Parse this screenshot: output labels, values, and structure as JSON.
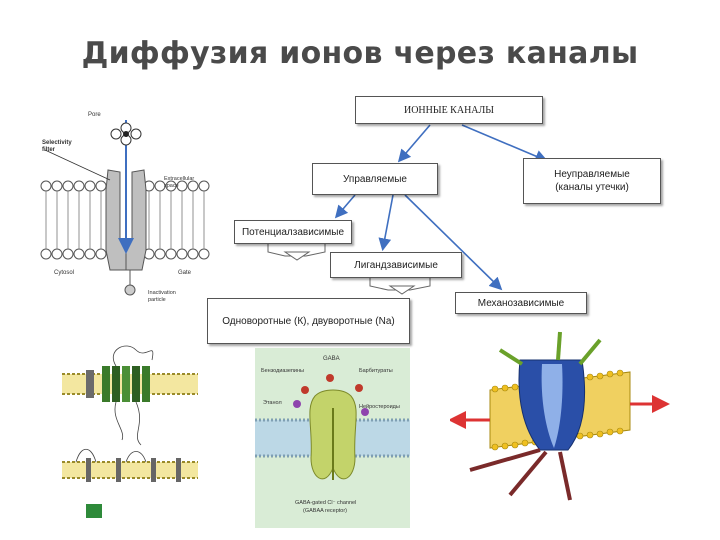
{
  "slide": {
    "title": "Диффузия ионов через каналы"
  },
  "boxes": {
    "root": "ИОННЫЕ КАНАЛЫ",
    "controlled": "Управляемые",
    "uncontrolled_line1": "Неуправляемые",
    "uncontrolled_line2": "(каналы утечки)",
    "voltage": "Потенциалзависимые",
    "ligand": "Лигандзависимые",
    "mechano": "Механозависимые",
    "gates": "Одноворотные (К), двуворотные (Na)"
  },
  "channel_figure": {
    "pore": "Pore",
    "selectivity_line1": "Selectivity",
    "selectivity_line2": "filter",
    "extracellular_line1": "Extracellular",
    "extracellular_line2": "space",
    "cytosol": "Cytosol",
    "gate": "Gate",
    "inactivation_line1": "Inactivation",
    "inactivation_line2": "particle"
  },
  "gaba_figure": {
    "gaba": "GABA",
    "bzd": "Бензодиазепины",
    "barb": "Барбитураты",
    "ethanol": "Этанол",
    "neurosteroids": "Нейростероиды",
    "caption_line1": "GABA-gated Cl⁻ channel",
    "caption_line2": "(GABAA receptor)"
  },
  "colors": {
    "title": "#4a4a4a",
    "arrow": "#3f6fc0",
    "lipid_head": "#e8c23a",
    "channel_blue": "#2a4fa8",
    "mech_head": "#f0c020"
  }
}
